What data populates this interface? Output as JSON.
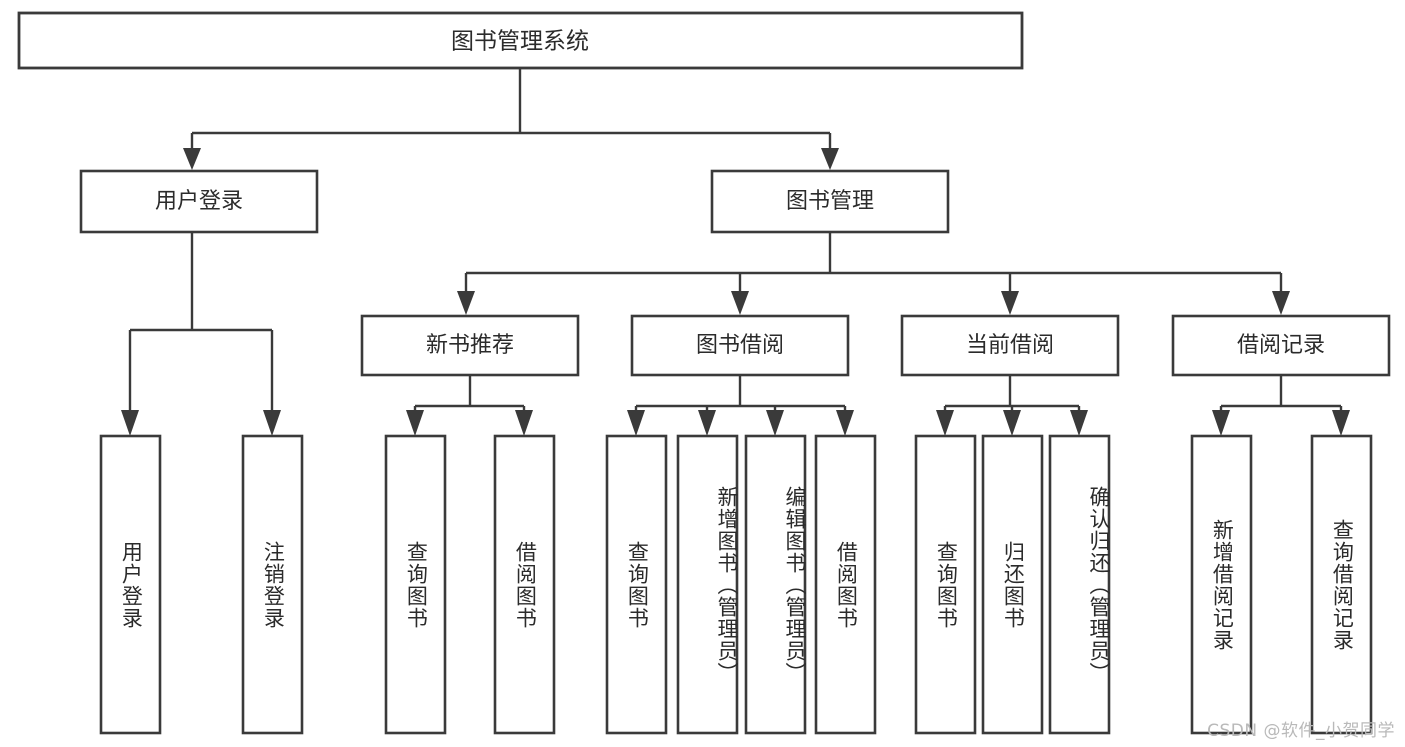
{
  "diagram": {
    "title": "图书管理系统",
    "type": "hierarchy-tree",
    "orientation": "top-down",
    "root": {
      "label": "图书管理系统",
      "id": "root"
    },
    "level2": [
      {
        "id": "user-login",
        "label": "用户登录"
      },
      {
        "id": "book-management",
        "label": "图书管理"
      }
    ],
    "level3": [
      {
        "id": "new-book-recommend",
        "label": "新书推荐",
        "parent": "book-management"
      },
      {
        "id": "book-borrow",
        "label": "图书借阅",
        "parent": "book-management"
      },
      {
        "id": "current-borrow",
        "label": "当前借阅",
        "parent": "book-management"
      },
      {
        "id": "borrow-record",
        "label": "借阅记录",
        "parent": "book-management"
      }
    ],
    "leaves": [
      {
        "id": "leaf-user-login",
        "label": "用户登录",
        "parent": "user-login"
      },
      {
        "id": "leaf-logout",
        "label": "注销登录",
        "parent": "user-login"
      },
      {
        "id": "leaf-query-book-1",
        "label": "查询图书",
        "parent": "new-book-recommend"
      },
      {
        "id": "leaf-borrow-book-1",
        "label": "借阅图书",
        "parent": "new-book-recommend"
      },
      {
        "id": "leaf-query-book-2",
        "label": "查询图书",
        "parent": "book-borrow"
      },
      {
        "id": "leaf-add-book",
        "label": "新增图书（管理员）",
        "parent": "book-borrow"
      },
      {
        "id": "leaf-edit-book",
        "label": "编辑图书（管理员）",
        "parent": "book-borrow"
      },
      {
        "id": "leaf-borrow-book-2",
        "label": "借阅图书",
        "parent": "book-borrow"
      },
      {
        "id": "leaf-query-book-3",
        "label": "查询图书",
        "parent": "current-borrow"
      },
      {
        "id": "leaf-return-book",
        "label": "归还图书",
        "parent": "current-borrow"
      },
      {
        "id": "leaf-confirm-return",
        "label": "确认归还（管理员）",
        "parent": "current-borrow"
      },
      {
        "id": "leaf-add-record",
        "label": "新增借阅记录",
        "parent": "borrow-record"
      },
      {
        "id": "leaf-query-record",
        "label": "查询借阅记录",
        "parent": "borrow-record"
      }
    ],
    "watermark": "CSDN @软件_小贺同学",
    "colors": {
      "stroke": "#3a3a3a",
      "fill": "#ffffff",
      "text": "#2b2b2b",
      "watermark": "#b9b9b9"
    }
  }
}
